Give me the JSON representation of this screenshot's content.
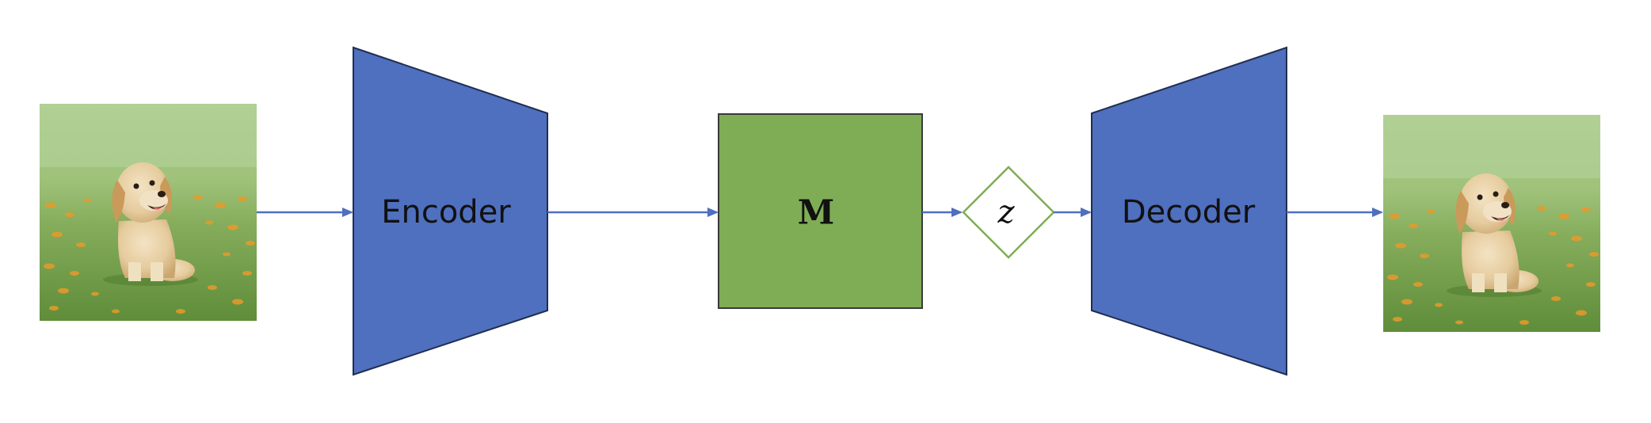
{
  "diagram": {
    "input_image": {
      "depicts": "golden retriever puppy sitting on grass with orange flowers"
    },
    "encoder": {
      "label": "Encoder",
      "color": "#4f6fbf"
    },
    "memory": {
      "label": "M",
      "color": "#7fad55"
    },
    "latent": {
      "label": "z",
      "color": "#7fad55"
    },
    "decoder": {
      "label": "Decoder",
      "color": "#4f6fbf"
    },
    "output_image": {
      "depicts": "golden retriever puppy sitting on grass with orange flowers"
    },
    "arrow_color": "#4f6fbf"
  }
}
